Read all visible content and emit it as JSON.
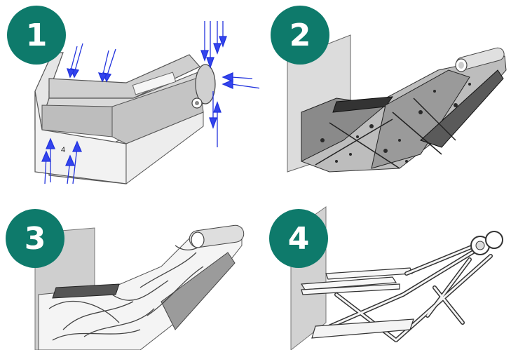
{
  "badge_color": "#0e7a6b",
  "panels": [
    {
      "badge": "1",
      "label": "4"
    },
    {
      "badge": "2"
    },
    {
      "badge": "3"
    },
    {
      "badge": "4"
    }
  ]
}
